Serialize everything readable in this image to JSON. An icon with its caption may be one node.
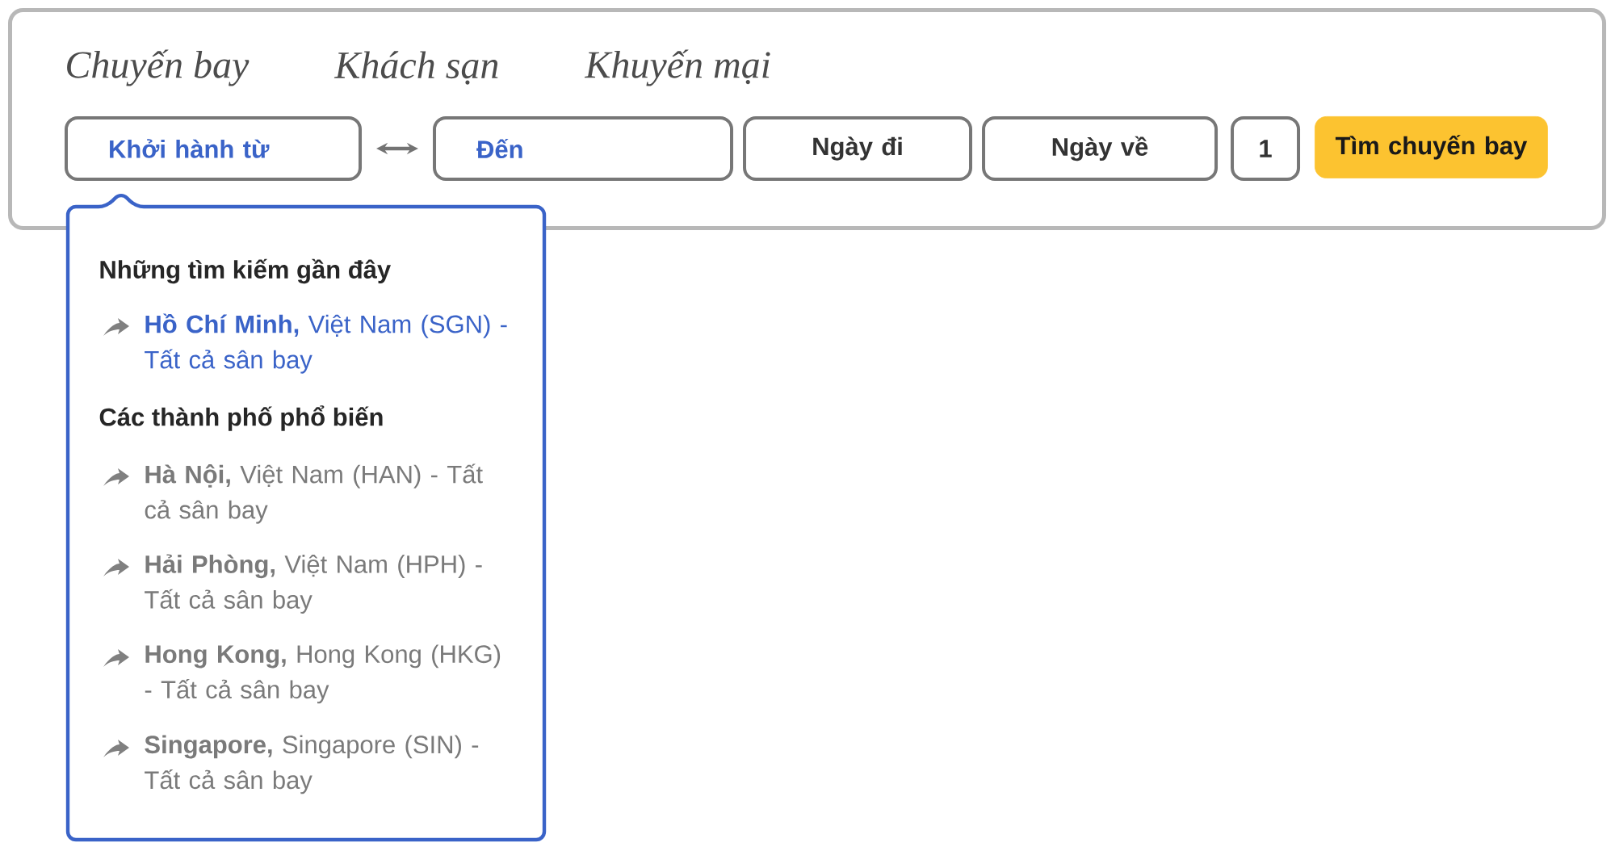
{
  "diagram": {
    "nodes": [
      {
        "text": [],
        "shape": "box"
      },
      {
        "text": [
          "Khởi hành từ"
        ],
        "in": 0
      },
      {
        "text": [
          "Đến"
        ],
        "in": 0
      },
      {
        "text": [
          "Ngày đi"
        ],
        "in": 0
      },
      {
        "text": [
          "Ngày về"
        ],
        "in": 0
      },
      {
        "text": [
          "1"
        ],
        "in": 0
      },
      {
        "text": [
          "Tìm chuyến bay"
        ],
        "in": 0
      },
      {
        "text": [
          "Những tìm kiếm gần đây",
          "**Hồ Chí Minh,** Việt Nam (SGN) - Tất cả sân bay",
          "Các thành phố phổ biến",
          "**Hà Nội,** Việt Nam (HAN) - Tất cả sân bay",
          "**Hải Phòng,** Việt Nam (HPH) - Tất cả sân bay",
          "**Hong Kong,** Hong Kong (HKG) - Tất cả sân bay",
          "**Singapore,** Singapore (SIN) - Tất cả sân bay"
        ]
      }
    ],
    "edges": [
      {
        "from": 1,
        "to": 2,
        "arrow": "both"
      }
    ],
    "labels": [
      "Chuyến bay",
      "Khách sạn",
      "Khuyến mại"
    ]
  }
}
